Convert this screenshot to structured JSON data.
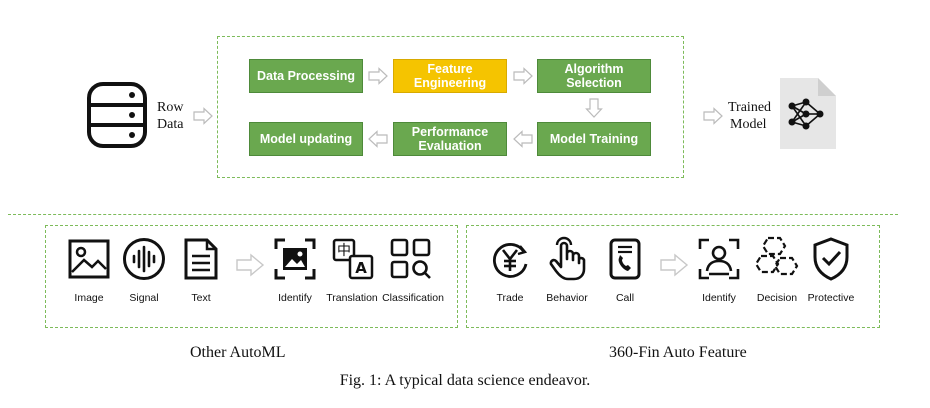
{
  "pipeline": {
    "input_label_1": "Row",
    "input_label_2": "Data",
    "output_label_1": "Trained",
    "output_label_2": "Model",
    "steps": {
      "data_processing": "Data Processing",
      "feature_engineering_1": "Feature",
      "feature_engineering_2": "Engineering",
      "algorithm_selection_1": "Algorithm",
      "algorithm_selection_2": "Selection",
      "model_training": "Model Training",
      "performance_evaluation_1": "Performance",
      "performance_evaluation_2": "Evaluation",
      "model_updating": "Model updating"
    }
  },
  "other_automl": {
    "title": "Other AutoML",
    "inputs": [
      "Image",
      "Signal",
      "Text"
    ],
    "outputs": [
      "Identify",
      "Translation",
      "Classification"
    ]
  },
  "fin_auto_feature": {
    "title": "360-Fin Auto Feature",
    "inputs": [
      "Trade",
      "Behavior",
      "Call"
    ],
    "outputs": [
      "Identify",
      "Decision",
      "Protective"
    ]
  },
  "figure_caption": "Fig. 1: A typical data science endeavor.",
  "colors": {
    "green": "#6aa84f",
    "yellow": "#f5c400",
    "dash": "#7dbb5a",
    "arrow": "#c8c8c8"
  }
}
